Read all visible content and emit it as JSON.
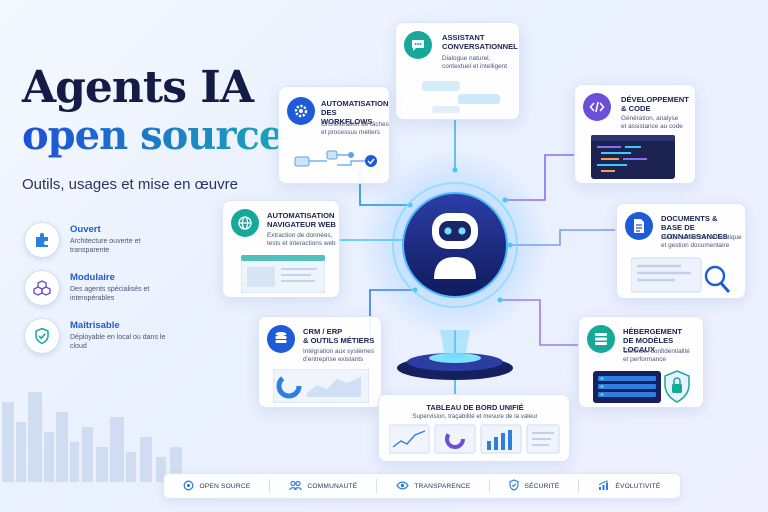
{
  "hero": {
    "title_line1": "Agents IA",
    "title_line2": "open source",
    "subtitle": "Outils, usages et mise en œuvre"
  },
  "features": [
    {
      "title": "Ouvert",
      "desc": "Architecture ouverte et transparente",
      "icon": "puzzle-icon"
    },
    {
      "title": "Modulaire",
      "desc": "Des agents spécialisés et interopérables",
      "icon": "cubes-icon"
    },
    {
      "title": "Maîtrisable",
      "desc": "Déployable en local ou dans le cloud",
      "icon": "shield-check-icon"
    }
  ],
  "cards": {
    "assistant": {
      "title1": "ASSISTANT",
      "title2": "CONVERSATIONNEL",
      "desc1": "Dialogue naturel,",
      "desc2": "contextuel et intelligent",
      "icon": "chat-icon"
    },
    "workflows": {
      "title1": "AUTOMATISATION",
      "title2": "DES WORKFLOWS",
      "desc1": "Orchestration de tâches",
      "desc2": "et processus métiers",
      "icon": "gear-icon"
    },
    "dev": {
      "title1": "DÉVELOPPEMENT",
      "title2": "& CODE",
      "desc1": "Génération, analyse",
      "desc2": "et assistance au code",
      "icon": "code-icon"
    },
    "web": {
      "title1": "AUTOMATISATION",
      "title2": "NAVIGATEUR WEB",
      "desc1": "Extraction de données,",
      "desc2": "tests et interactions web",
      "icon": "globe-icon"
    },
    "docs": {
      "title1": "DOCUMENTS &",
      "title2": "BASE DE CONNAISSANCES",
      "desc1": "RAG, recherche sémantique",
      "desc2": "et gestion documentaire",
      "icon": "document-icon"
    },
    "crm": {
      "title1": "CRM / ERP",
      "title2": "& OUTILS MÉTIERS",
      "desc1": "Intégration aux systèmes",
      "desc2": "d'entreprise existants",
      "icon": "database-icon"
    },
    "hosting": {
      "title1": "HÉBERGEMENT",
      "title2": "DE MODÈLES LOCAUX",
      "desc1": "Contrôle, confidentialité",
      "desc2": "et performance",
      "icon": "server-icon"
    }
  },
  "dashboard": {
    "title": "TABLEAU DE BORD UNIFIÉ",
    "desc": "Supervision, traçabilité et mesure de la valeur"
  },
  "bottom_bar": [
    {
      "label": "OPEN SOURCE",
      "icon": "open-source-icon"
    },
    {
      "label": "COMMUNAUTÉ",
      "icon": "community-icon"
    },
    {
      "label": "TRANSPARENCE",
      "icon": "eye-icon"
    },
    {
      "label": "SÉCURITÉ",
      "icon": "shield-icon"
    },
    {
      "label": "ÉVOLUTIVITÉ",
      "icon": "growth-chart-icon"
    }
  ],
  "colors": {
    "accent_blue": "#1f5bd6",
    "accent_teal": "#17a89a",
    "accent_purple": "#6b4fd8",
    "navy": "#141c46",
    "glow": "#3fc8ff"
  }
}
